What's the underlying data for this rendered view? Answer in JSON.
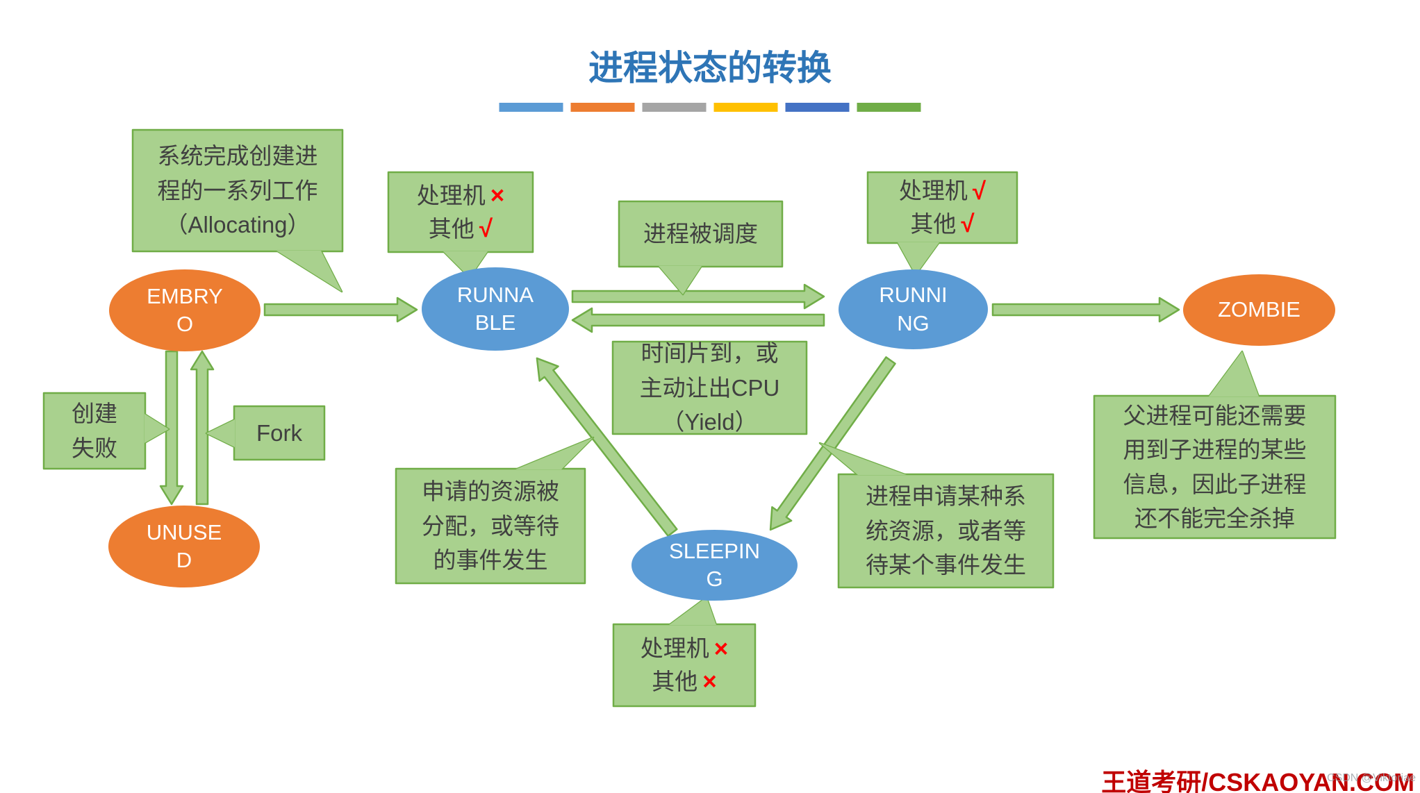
{
  "title": "进程状态的转换",
  "divider_colors": [
    "#5B9BD5",
    "#ED7D31",
    "#A5A5A5",
    "#FFC000",
    "#4472C4",
    "#70AD47"
  ],
  "states": {
    "embryo": "EMBRYO",
    "unused": "UNUSED",
    "runnable": "RUNNABLE",
    "running": "RUNNING",
    "sleeping": "SLEEPING",
    "zombie": "ZOMBIE"
  },
  "callouts": {
    "allocating": "系统完成创建进\n程的一系列工作\n（Allocating）",
    "runnable_status": {
      "cpu_label": "处理机",
      "cpu_mark": "×",
      "other_label": "其他",
      "other_mark": "√"
    },
    "scheduled": "进程被调度",
    "running_status": {
      "cpu_label": "处理机",
      "cpu_mark": "√",
      "other_label": "其他",
      "other_mark": "√"
    },
    "yield": "时间片到，或\n主动让出CPU\n（Yield）",
    "create_fail": "创建\n失败",
    "fork": "Fork",
    "wakeup": "申请的资源被\n分配，或等待\n的事件发生",
    "block": "进程申请某种系\n统资源，或者等\n待某个事件发生",
    "zombie_note": "父进程可能还需要\n用到子进程的某些\n信息，因此子进程\n还不能完全杀掉",
    "sleeping_status": {
      "cpu_label": "处理机",
      "cpu_mark": "×",
      "other_label": "其他",
      "other_mark": "×"
    }
  },
  "footer": {
    "brand": "王道考研/CSKAOYAN.COM",
    "watermark": "CSDN @Viktoriae"
  },
  "colors": {
    "state_orange": "#ED7D31",
    "state_blue": "#5B9BD5",
    "callout_fill": "#A9D18E",
    "callout_border": "#70AD47",
    "title_blue": "#2E75B6",
    "mark_red": "#FF0000",
    "brand_red": "#C00000"
  }
}
